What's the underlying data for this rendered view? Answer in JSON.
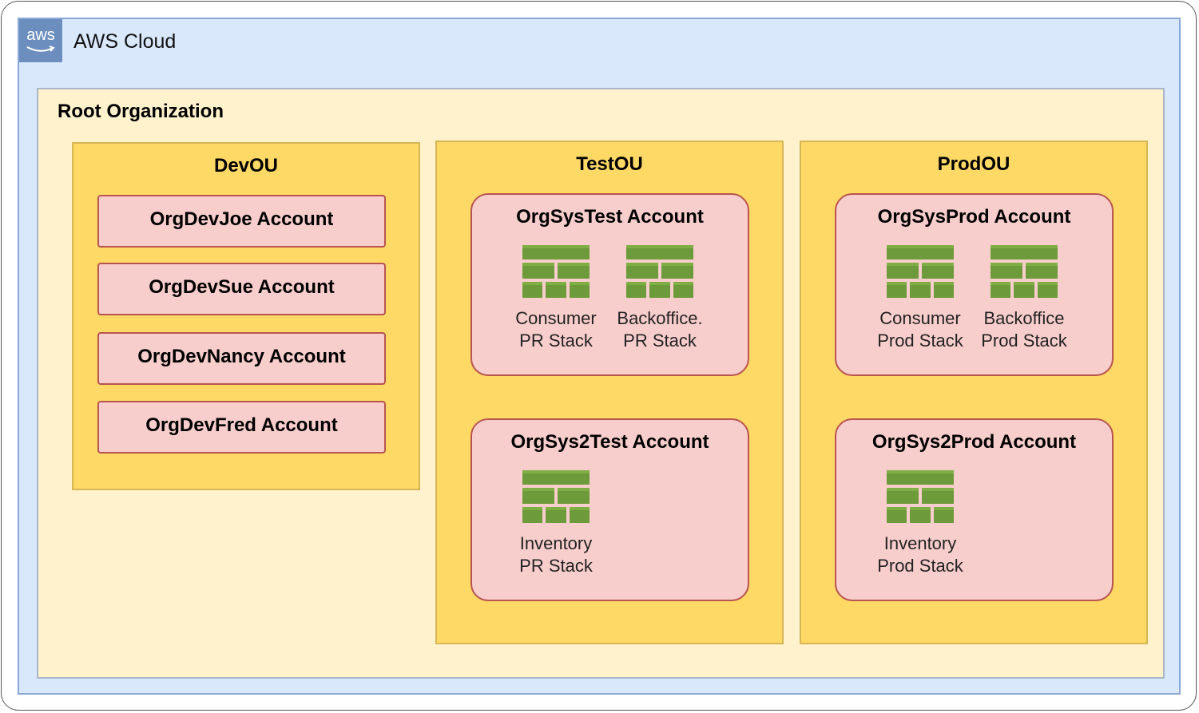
{
  "cloud": {
    "logo_text": "aws",
    "title": "AWS Cloud"
  },
  "root": {
    "title": "Root Organization"
  },
  "dev_ou": {
    "title": "DevOU",
    "accounts": [
      "OrgDevJoe Account",
      "OrgDevSue Account",
      "OrgDevNancy Account",
      "OrgDevFred Account"
    ]
  },
  "test_ou": {
    "title": "TestOU",
    "sys": {
      "title": "OrgSysTest Account",
      "stacks": [
        {
          "line1": "Consumer",
          "line2": "PR Stack"
        },
        {
          "line1": "Backoffice.",
          "line2": "PR Stack"
        }
      ]
    },
    "sys2": {
      "title": "OrgSys2Test Account",
      "stacks": [
        {
          "line1": "Inventory",
          "line2": "PR Stack"
        }
      ]
    }
  },
  "prod_ou": {
    "title": "ProdOU",
    "sys": {
      "title": "OrgSysProd Account",
      "stacks": [
        {
          "line1": "Consumer",
          "line2": "Prod Stack"
        },
        {
          "line1": "Backoffice",
          "line2": "Prod Stack"
        }
      ]
    },
    "sys2": {
      "title": "OrgSys2Prod Account",
      "stacks": [
        {
          "line1": "Inventory",
          "line2": "Prod Stack"
        }
      ]
    }
  },
  "icons": {
    "logo": "aws-logo-icon",
    "stack": "cloudformation-stack-icon"
  },
  "colors": {
    "cloud_fill": "#dae8fc",
    "cloud_border": "#6c8ebf",
    "root_fill": "#fff2cc",
    "ou_fill": "#ffd966",
    "ou_border": "#d6b656",
    "account_fill": "#f8cecc",
    "account_border": "#b85450",
    "stack_green": "#6d9a3a"
  }
}
